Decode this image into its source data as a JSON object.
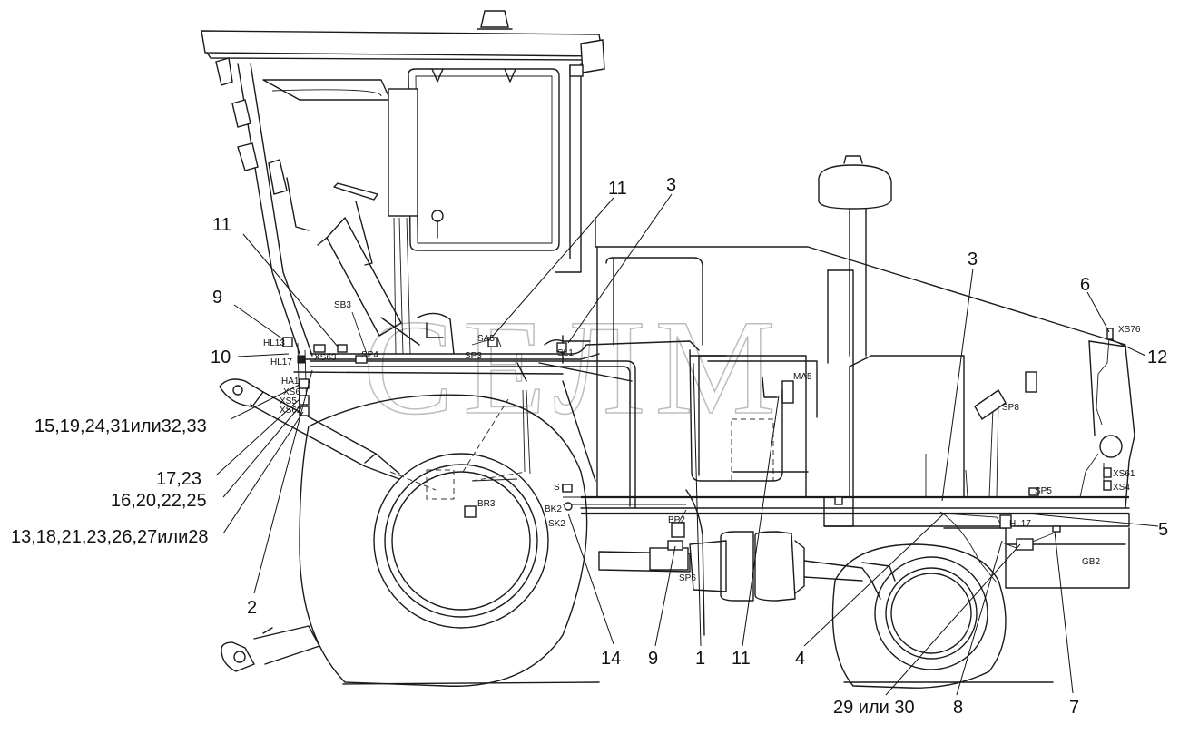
{
  "diagram": {
    "watermark": "СЕЛМ",
    "callouts": {
      "c11_top": "11",
      "c3_top": "3",
      "c11_left": "11",
      "c9_left": "9",
      "c10_left": "10",
      "c15": "15,19,24,31или32,33",
      "c17": "17,23",
      "c16": "16,20,22,25",
      "c13": "13,18,21,23,26,27или28",
      "c2": "2",
      "c14": "14",
      "c9_bottom": "9",
      "c1": "1",
      "c11_bottom": "11",
      "c4": "4",
      "c29": "29 или 30",
      "c8": "8",
      "c7": "7",
      "c5": "5",
      "c3_right": "3",
      "c6": "6",
      "c12": "12"
    },
    "tags": {
      "hl13": "HL13",
      "hl17_left": "HL17",
      "ha1": "HA1",
      "xs6": "XS6",
      "xs5": "XS5",
      "xs62": "XS62",
      "xs63": "XS63",
      "sb3": "SB3",
      "sp4": "SP4",
      "sp3": "SP3",
      "sa5": "SA5",
      "sl1": "SL1",
      "ma5": "MA5",
      "sp8": "SP8",
      "xs76": "XS76",
      "xs61": "XS61",
      "xs4": "XS4",
      "sp5": "SP5",
      "hl17_right": "HL17",
      "gb2": "GB2",
      "st": "ST",
      "bk2": "BK2",
      "sk2": "SK2",
      "br3": "BR3",
      "bp2": "BP2",
      "sp6": "SP6"
    }
  }
}
